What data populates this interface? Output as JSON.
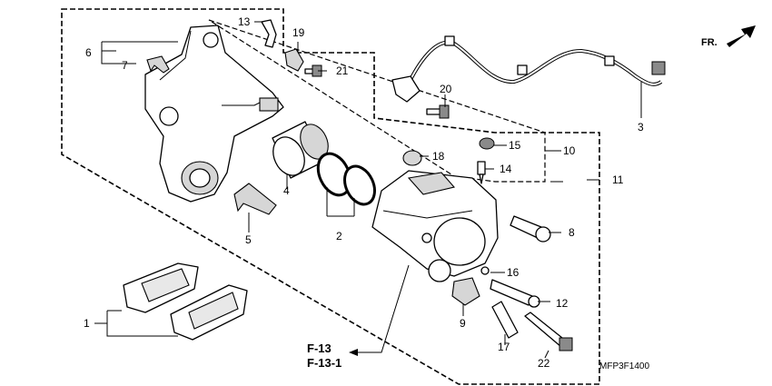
{
  "diagram": {
    "direction_label": "FR.",
    "diagram_code": "MFP3F1400",
    "reference_labels": [
      "F-13",
      "F-13-1"
    ],
    "callouts": {
      "c1": "1",
      "c2": "2",
      "c3": "3",
      "c4": "4",
      "c5": "5",
      "c6": "6",
      "c7": "7",
      "c8": "8",
      "c9": "9",
      "c10": "10",
      "c11": "11",
      "c12": "12",
      "c13": "13",
      "c14": "14",
      "c15": "15",
      "c16": "16",
      "c17": "17",
      "c18": "18",
      "c19": "19",
      "c20": "20",
      "c21": "21",
      "c22": "22"
    }
  }
}
